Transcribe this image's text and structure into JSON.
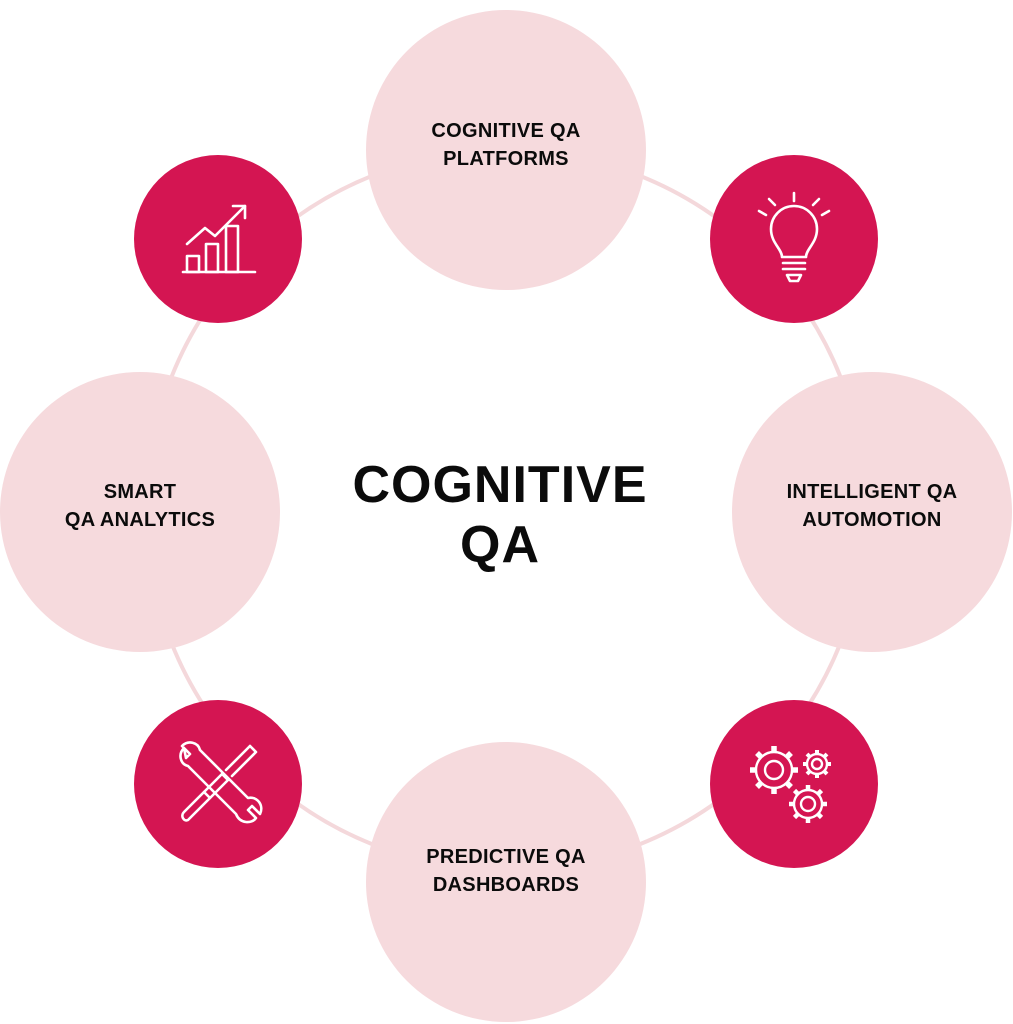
{
  "center": {
    "line1": "COGNITIVE",
    "line2": "QA"
  },
  "nodes": {
    "top": {
      "line1": "COGNITIVE QA",
      "line2": "PLATFORMS"
    },
    "right": {
      "line1": "INTELLIGENT QA",
      "line2": "AUTOMOTION"
    },
    "bottom": {
      "line1": "PREDICTIVE QA",
      "line2": "DASHBOARDS"
    },
    "left": {
      "line1": "SMART",
      "line2": "QA ANALYTICS"
    }
  },
  "icons": {
    "top_left": "growth-chart-icon",
    "top_right": "lightbulb-icon",
    "bottom_right": "gears-icon",
    "bottom_left": "tools-icon"
  },
  "colors": {
    "accent": "#d41552",
    "light_node": "#f6dadd",
    "ring": "#f4d8db",
    "text": "#0b0b0b",
    "icon_stroke": "#ffffff"
  }
}
